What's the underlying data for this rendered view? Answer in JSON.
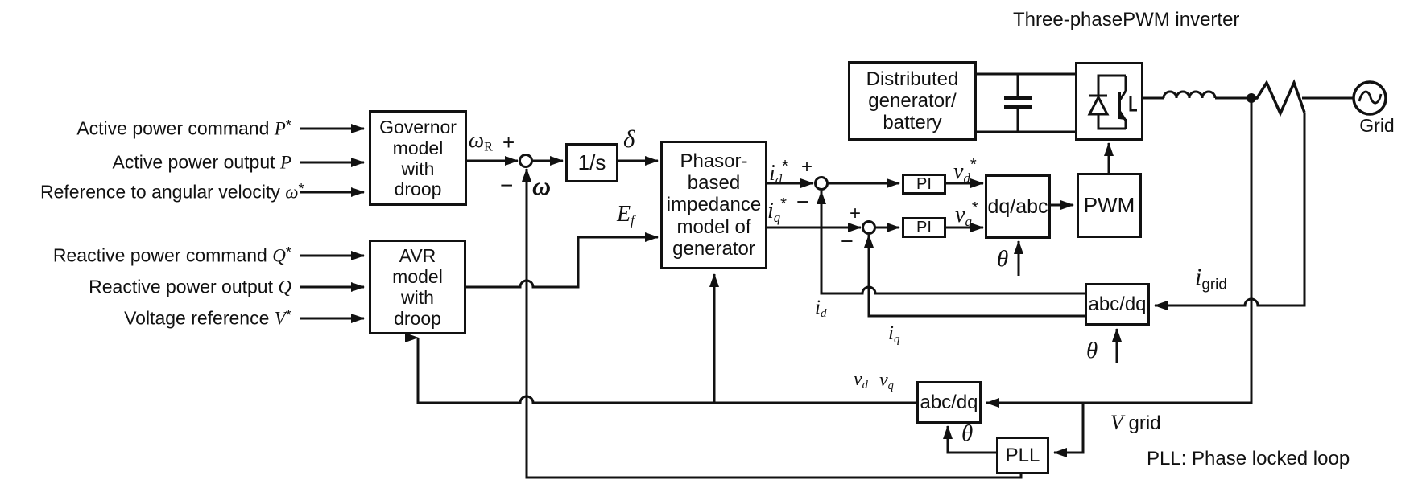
{
  "colors": {
    "ink": "#111111",
    "background": "#ffffff"
  },
  "inputs": {
    "governor": [
      {
        "prefix": "Active power command ",
        "symbol": "P",
        "star": "*"
      },
      {
        "prefix": "Active power output ",
        "symbol": "P",
        "star": ""
      },
      {
        "prefix": "Reference to angular velocity ",
        "symbol": "ω",
        "star": "*"
      }
    ],
    "avr": [
      {
        "prefix": "Reactive power command ",
        "symbol": "Q",
        "star": "*"
      },
      {
        "prefix": "Reactive power output ",
        "symbol": "Q",
        "star": ""
      },
      {
        "prefix": "Voltage reference ",
        "symbol": "V",
        "star": "*"
      }
    ]
  },
  "boxes": {
    "governor": {
      "lines": [
        "Governor",
        "model",
        "with",
        "droop"
      ]
    },
    "avr": {
      "lines": [
        "AVR",
        "model",
        "with",
        "droop"
      ]
    },
    "integrator": {
      "label": "1/s"
    },
    "phasor": {
      "lines": [
        "Phasor-",
        "based",
        "impedance",
        "model of",
        "generator"
      ]
    },
    "pi1": {
      "label": "PI"
    },
    "pi2": {
      "label": "PI"
    },
    "dq_abc": {
      "label": "dq/abc"
    },
    "pwm": {
      "label": "PWM"
    },
    "dg": {
      "lines": [
        "Distributed",
        "generator/",
        "battery"
      ]
    },
    "inverter_title": {
      "lines": [
        "Three-phase",
        "PWM inverter"
      ]
    },
    "abc_dq_current": {
      "label": "abc/dq"
    },
    "abc_dq_voltage": {
      "label": "abc/dq"
    },
    "pll": {
      "label": "PLL"
    }
  },
  "signals": {
    "omega_r": {
      "base": "ω",
      "sub": "R"
    },
    "plus_top": "+",
    "minus_top": "−",
    "omega": "ω",
    "delta": "δ",
    "e_f": {
      "base": "E",
      "sub": "f"
    },
    "id_ref": {
      "base": "i",
      "sub": "d",
      "sup": "*"
    },
    "iq_ref": {
      "base": "i",
      "sub": "q",
      "sup": "*"
    },
    "plus_d": "+",
    "minus_d": "−",
    "plus_q": "+",
    "minus_q": "−",
    "vd_ref": {
      "base": "v",
      "sub": "d",
      "sup": "*"
    },
    "vq_ref": {
      "base": "v",
      "sub": "q",
      "sup": "*"
    },
    "theta": "θ",
    "i_d": {
      "base": "i",
      "sub": "d"
    },
    "i_q": {
      "base": "i",
      "sub": "q"
    },
    "v_d": {
      "base": "v",
      "sub": "d"
    },
    "v_q": {
      "base": "v",
      "sub": "q"
    },
    "i_grid": {
      "base": "i",
      "sub": "grid"
    },
    "v_grid": {
      "base": "V",
      "suffix": " grid"
    },
    "grid_label": "Grid"
  },
  "note": "PLL: Phase locked loop"
}
